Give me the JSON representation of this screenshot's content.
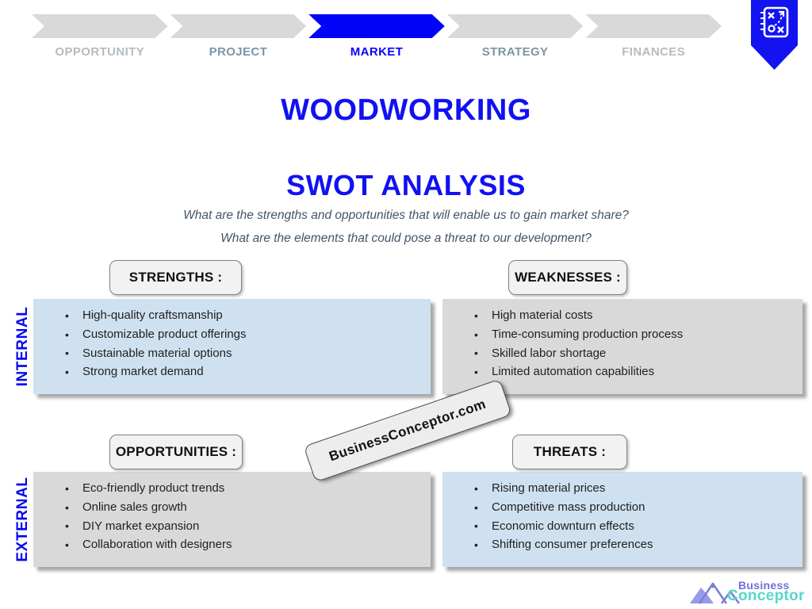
{
  "progress": {
    "steps": [
      {
        "label": "OPPORTUNITY",
        "state": "inactive"
      },
      {
        "label": "PROJECT",
        "state": "visited"
      },
      {
        "label": "MARKET",
        "state": "active"
      },
      {
        "label": "STRATEGY",
        "state": "visited"
      },
      {
        "label": "FINANCES",
        "state": "inactive"
      }
    ]
  },
  "titles": {
    "main": "WOODWORKING",
    "sub": "SWOT ANALYSIS"
  },
  "questions": [
    "What are the strengths and opportunities that will enable us to gain market share?",
    "What are the elements that could pose a threat to our development?"
  ],
  "row_labels": {
    "internal": "INTERNAL",
    "external": "EXTERNAL"
  },
  "quadrants": [
    {
      "title": "STRENGTHS :",
      "panel_style": "blue",
      "items": [
        "High-quality craftsmanship",
        "Customizable product offerings",
        "Sustainable material options",
        "Strong market demand"
      ]
    },
    {
      "title": "WEAKNESSES :",
      "panel_style": "gray",
      "items": [
        "High material costs",
        "Time-consuming production process",
        "Skilled labor shortage",
        "Limited automation capabilities"
      ]
    },
    {
      "title": "OPPORTUNITIES :",
      "panel_style": "gray",
      "items": [
        "Eco-friendly product trends",
        "Online sales growth",
        "DIY market expansion",
        "Collaboration with designers"
      ]
    },
    {
      "title": "THREATS :",
      "panel_style": "blue",
      "items": [
        "Rising material prices",
        "Competitive mass production",
        "Economic downturn effects",
        "Shifting consumer preferences"
      ]
    }
  ],
  "watermark": {
    "text": "BusinessConceptor.com"
  },
  "logo": {
    "line1": "Business",
    "line2": "Conceptor"
  },
  "icons": {
    "bookmark": "strategy-playbook-icon",
    "logo_mark": "mountains-icon"
  },
  "colors": {
    "accent_blue": "#0707f5",
    "panel_blue": "#cfe1f1",
    "panel_gray": "#d9d9d9",
    "label_box_bg": "#f2f2f2",
    "question_text": "#44546a",
    "step_inactive_text": "#b4bbc1",
    "step_visited_text": "#7c95a7",
    "logo_purple": "#6d73d9",
    "logo_teal": "#57d7c8"
  }
}
